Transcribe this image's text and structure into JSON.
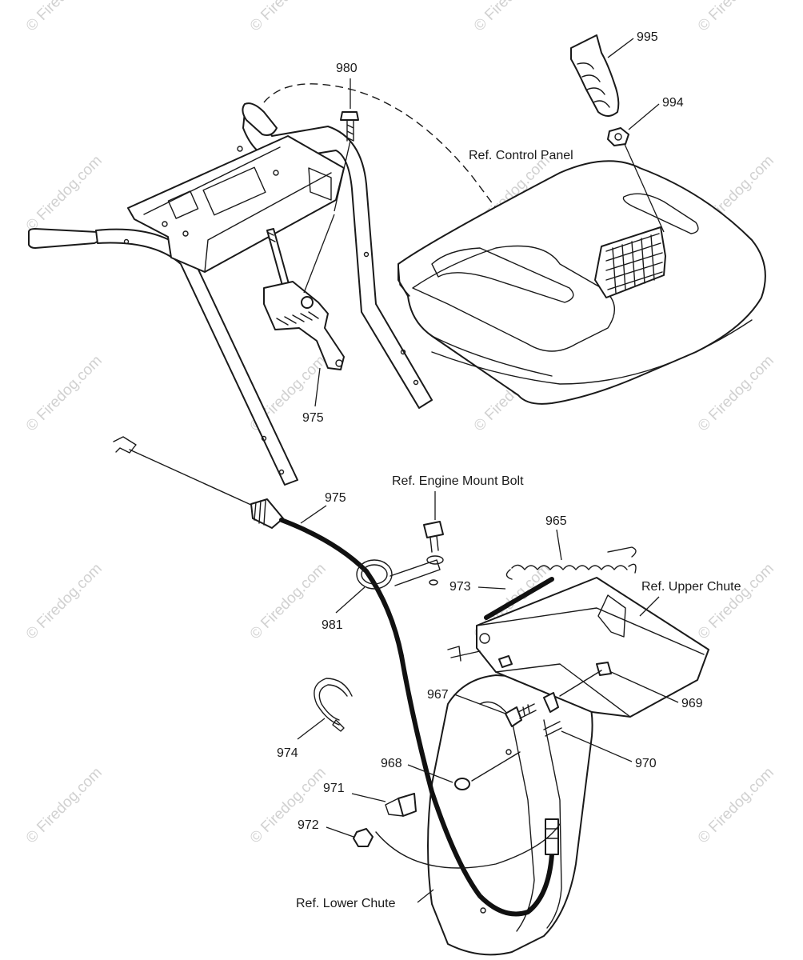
{
  "watermark": "© Firedog.com",
  "labels": {
    "p980": "980",
    "p995": "995",
    "p994": "994",
    "control_panel": "Ref. Control Panel",
    "p975_top": "975",
    "engine_bolt": "Ref. Engine Mount Bolt",
    "p975_cable": "975",
    "p965": "965",
    "upper_chute": "Ref. Upper Chute",
    "p973": "973",
    "p981": "981",
    "p967": "967",
    "p969": "969",
    "p974": "974",
    "p968": "968",
    "p970": "970",
    "p971": "971",
    "p972": "972",
    "lower_chute": "Ref. Lower Chute"
  }
}
